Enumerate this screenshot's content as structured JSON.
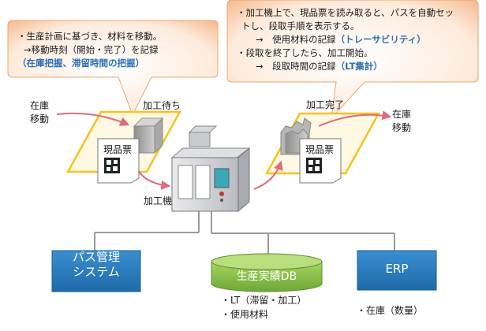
{
  "callouts": {
    "left": {
      "line1": "・生産計画に基づき、材料を移動。",
      "line2": "→移動時刻（開始・完了）を記録",
      "line3": "（在庫把握、滞留時間の把握）"
    },
    "right": {
      "line1": "・加工機上で、現品票を読み取ると、パスを自動セッ",
      "line2": "トし、段取手順を表示する。",
      "line3_prefix": "→　使用材料の記録",
      "line3_accent": "（トレーサビリティ）",
      "line4": "・段取を終了したら、加工開始。",
      "line5_prefix": "→　段取時間の記録",
      "line5_accent": "（LT集計）"
    }
  },
  "flow": {
    "stock_in": "在庫\n移動",
    "waiting": "加工待ち",
    "done": "加工完了",
    "stock_out": "在庫\n移動",
    "machine": "加工機",
    "ticket_in": "現品票",
    "ticket_out": "現品票"
  },
  "systems": {
    "pass": {
      "label": "パス管理\nシステム"
    },
    "db": {
      "label": "生産実績DB",
      "items": [
        "・LT（滞留・加工）",
        "・使用材料"
      ]
    },
    "erp": {
      "label": "ERP",
      "items": [
        "・在庫（数量）"
      ]
    }
  },
  "colors": {
    "callout_fill": "#fde6d6",
    "accent_text": "#2e6fb7",
    "parallelogram": "#f7c221",
    "box_blue": "#2f80c0",
    "db_green": "#8cc44a",
    "arrow": "#e06b7a",
    "connector": "#9a9a9a"
  }
}
